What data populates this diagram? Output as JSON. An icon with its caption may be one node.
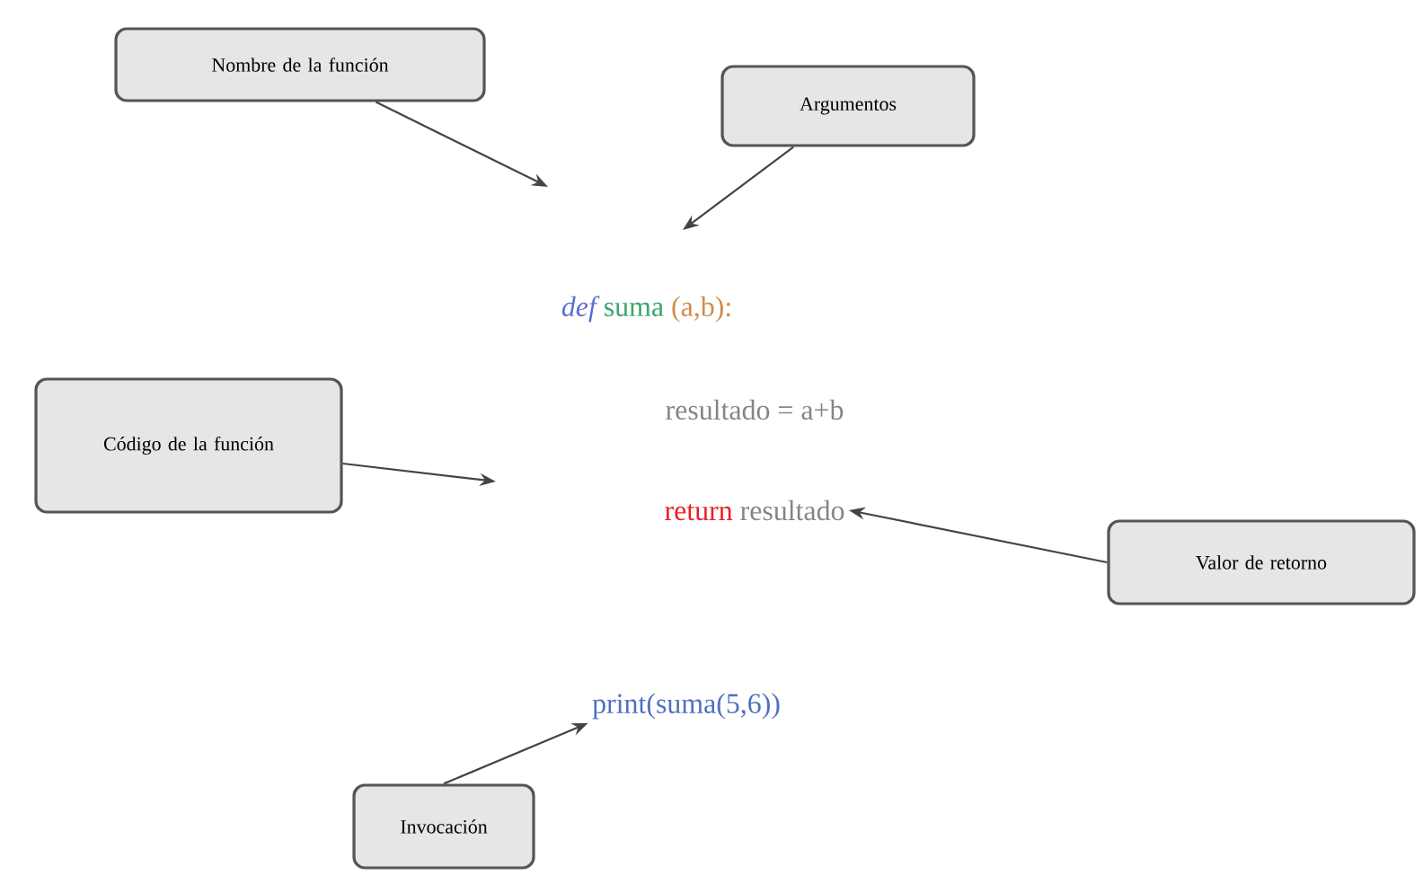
{
  "diagram": {
    "nodes": [
      {
        "text": [
          "Nombre de la función"
        ]
      },
      {
        "text": [
          "Argumentos"
        ]
      },
      {
        "text": [
          "def",
          "suma",
          "(a,b):"
        ]
      },
      {
        "text": [
          "Código de la función"
        ]
      },
      {
        "text": [
          "resultado = a+b"
        ]
      },
      {
        "text": [
          "return",
          "resultado"
        ]
      },
      {
        "text": [
          "Valor de retorno"
        ]
      },
      {
        "text": [
          "print(suma(5,6))"
        ]
      },
      {
        "text": [
          "Invocación"
        ]
      }
    ],
    "edges": [
      {
        "from": 0,
        "to": null,
        "arrow": "to"
      },
      {
        "from": 1,
        "to": null,
        "arrow": "to"
      },
      {
        "from": 3,
        "to": null,
        "arrow": "to"
      },
      {
        "from": 6,
        "to": 5,
        "arrow": "to"
      },
      {
        "from": 8,
        "to": 7,
        "arrow": "to"
      }
    ]
  }
}
